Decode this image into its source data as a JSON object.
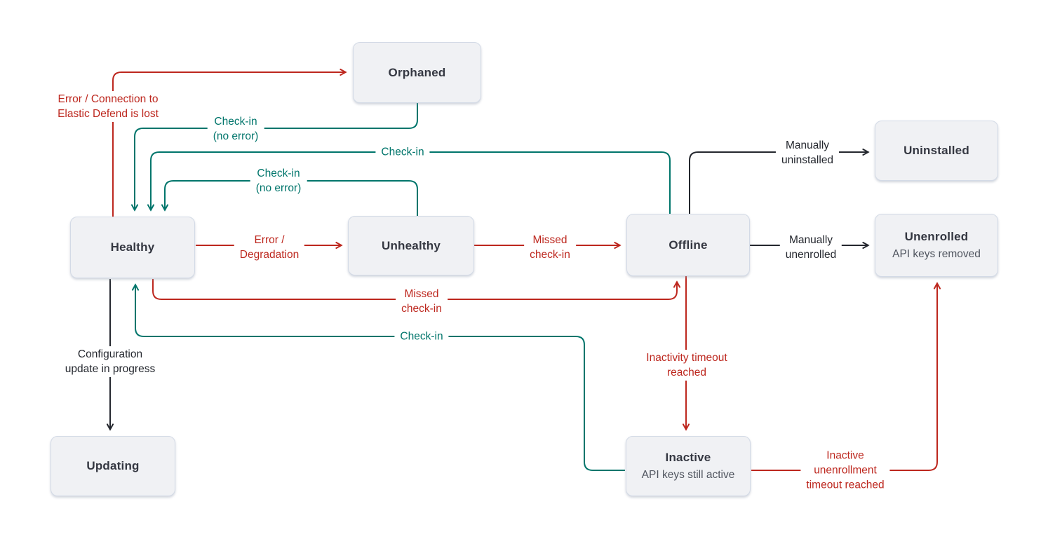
{
  "colors": {
    "red": "#bd271e",
    "teal": "#00756b",
    "dark": "#24272e",
    "node_fill": "#f0f1f4",
    "node_border": "#d3dae6",
    "title_text": "#343741"
  },
  "nodes": {
    "orphaned": {
      "title": "Orphaned"
    },
    "uninstalled": {
      "title": "Uninstalled"
    },
    "healthy": {
      "title": "Healthy"
    },
    "unhealthy": {
      "title": "Unhealthy"
    },
    "offline": {
      "title": "Offline"
    },
    "unenrolled": {
      "title": "Unenrolled",
      "subtitle": "API keys removed"
    },
    "updating": {
      "title": "Updating"
    },
    "inactive": {
      "title": "Inactive",
      "subtitle": "API keys still active"
    }
  },
  "edges": {
    "healthy_to_orphaned": {
      "from": "Healthy",
      "to": "Orphaned",
      "color": "red",
      "label": "Error / Connection to\nElastic Defend is lost"
    },
    "orphaned_to_healthy": {
      "from": "Orphaned",
      "to": "Healthy",
      "color": "teal",
      "label": "Check-in\n(no error)"
    },
    "offline_to_healthy": {
      "from": "Offline",
      "to": "Healthy",
      "color": "teal",
      "label": "Check-in"
    },
    "offline_to_uninstalled": {
      "from": "Offline",
      "to": "Uninstalled",
      "color": "dark",
      "label": "Manually\nuninstalled"
    },
    "unhealthy_to_healthy": {
      "from": "Unhealthy",
      "to": "Healthy",
      "color": "teal",
      "label": "Check-in\n(no error)"
    },
    "healthy_to_unhealthy": {
      "from": "Healthy",
      "to": "Unhealthy",
      "color": "red",
      "label": "Error /\nDegradation"
    },
    "unhealthy_to_offline": {
      "from": "Unhealthy",
      "to": "Offline",
      "color": "red",
      "label": "Missed\ncheck-in"
    },
    "offline_to_unenrolled": {
      "from": "Offline",
      "to": "Unenrolled",
      "color": "dark",
      "label": "Manually\nunenrolled"
    },
    "healthy_to_offline": {
      "from": "Healthy",
      "to": "Offline",
      "color": "red",
      "label": "Missed\ncheck-in"
    },
    "inactive_to_healthy": {
      "from": "Inactive",
      "to": "Healthy",
      "color": "teal",
      "label": "Check-in"
    },
    "offline_to_inactive": {
      "from": "Offline",
      "to": "Inactive",
      "color": "red",
      "label": "Inactivity timeout\nreached"
    },
    "inactive_to_unenrolled": {
      "from": "Inactive",
      "to": "Unenrolled",
      "color": "red",
      "label": "Inactive\nunenrollment\ntimeout reached"
    },
    "healthy_to_updating": {
      "from": "Healthy",
      "to": "Updating",
      "color": "dark",
      "label": "Configuration\nupdate in progress"
    }
  }
}
